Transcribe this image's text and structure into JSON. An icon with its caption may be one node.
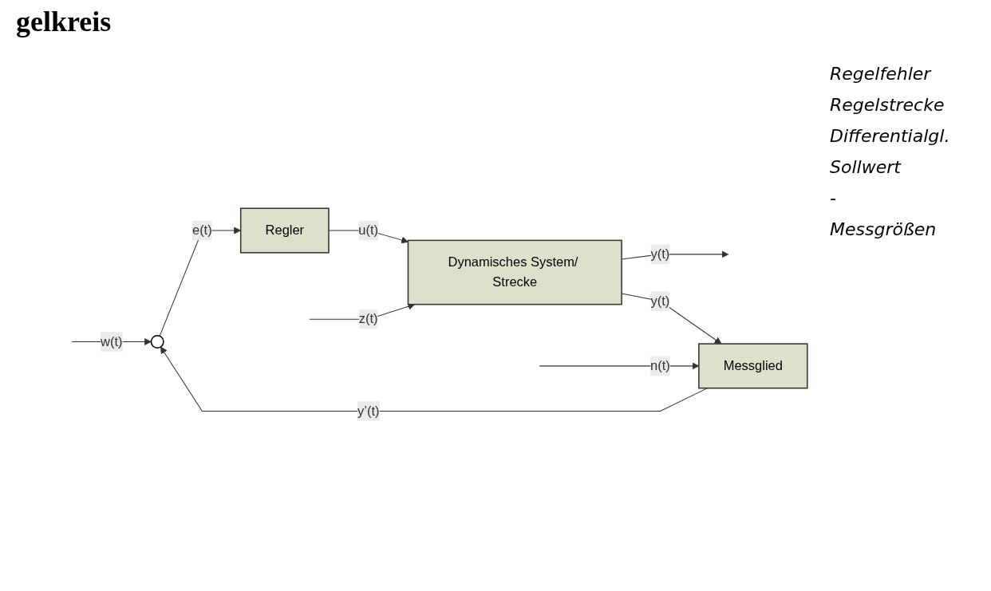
{
  "diagram": {
    "title": "gelkreis",
    "nodes": [
      {
        "text": [],
        "shape": "circle"
      },
      {
        "text": [
          "Regler"
        ]
      },
      {
        "text": [
          "Dynamisches System/ Strecke"
        ]
      },
      {
        "text": [
          "Messglied"
        ]
      }
    ],
    "edges": [
      {
        "from": null,
        "to": 0,
        "arrow": "to",
        "label": "w(t)"
      },
      {
        "from": 0,
        "to": 1,
        "arrow": "to",
        "label": "e(t)"
      },
      {
        "from": 1,
        "to": 2,
        "arrow": "to",
        "label": "u(t)"
      },
      {
        "from": null,
        "to": 2,
        "arrow": "to",
        "label": "z(t)"
      },
      {
        "from": 2,
        "to": null,
        "arrow": "to",
        "label": "y(t)"
      },
      {
        "from": 2,
        "to": 3,
        "arrow": "to",
        "label": "y(t)"
      },
      {
        "from": 3,
        "to": 0,
        "arrow": "to",
        "label": "y’(t)"
      },
      {
        "from": null,
        "to": 3,
        "arrow": "to",
        "label": "n(t)"
      }
    ],
    "labels": [
      "Regelfehler",
      "Regelstrecke",
      "Differentialgl.",
      "Sollwert",
      "-",
      "Messgrößen"
    ]
  }
}
